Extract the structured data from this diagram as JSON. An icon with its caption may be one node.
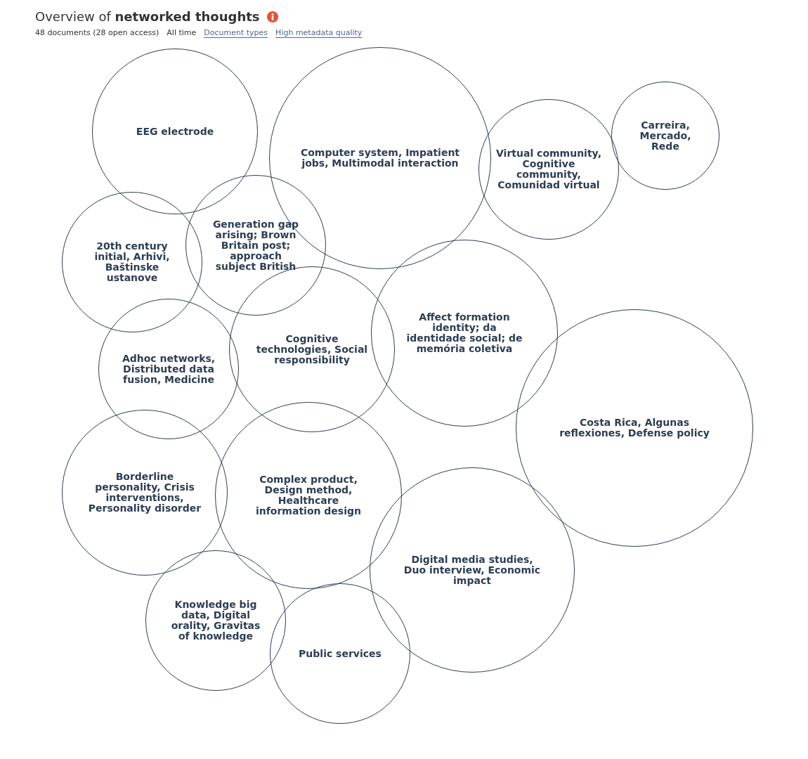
{
  "diagram": {
    "title": "Overview of **networked thoughts**",
    "nodes": [
      {
        "text": [
          "EEG electrode"
        ]
      },
      {
        "text": [
          "Carreira, Mercado, Rede"
        ]
      },
      {
        "text": [
          "Computer system, Impatient jobs, Multimodal interaction"
        ]
      },
      {
        "text": [
          "Virtual community, Cognitive community, Comunidad virtual"
        ]
      },
      {
        "text": [
          "Generation gap arising; Brown Britain post; approach subject British"
        ]
      },
      {
        "text": [
          "20th century initial, Arhivi, Baštinske ustanove"
        ]
      },
      {
        "text": [
          "Affect formation identity; da identidade social; de memória coletiva"
        ]
      },
      {
        "text": [
          "Cognitive technologies, Social responsibility"
        ]
      },
      {
        "text": [
          "Adhoc networks, Distributed data fusion, Medicine"
        ]
      },
      {
        "text": [
          "Costa Rica, Algunas reflexiones, Defense policy"
        ]
      },
      {
        "text": [
          "Borderline personality, Crisis interventions, Personality disorder"
        ]
      },
      {
        "text": [
          "Complex product, Design method, Healthcare information design"
        ]
      },
      {
        "text": [
          "Digital media studies, Duo interview, Economic impact"
        ]
      },
      {
        "text": [
          "Knowledge big data, Digital orality, Gravitas of knowledge"
        ]
      },
      {
        "text": [
          "Public services"
        ]
      }
    ],
    "labels": [
      "48 documents (28 open access)",
      "All time",
      "Document types",
      "High metadata quality"
    ]
  }
}
